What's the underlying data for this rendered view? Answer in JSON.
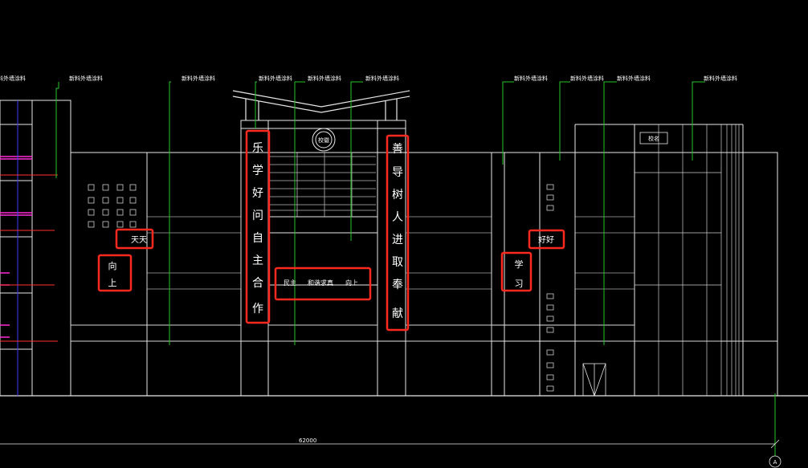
{
  "drawing": {
    "material_labels": [
      "新料外墙涂料",
      "新料外墙涂料",
      "新料外墙涂料",
      "新料外墙涂料",
      "新料外墙涂料",
      "新料外墙涂料",
      "新料外墙涂料",
      "新料外墙涂料",
      "新料外墙涂料",
      "新料外墙涂料"
    ],
    "dimension_text": "62000",
    "axis_marker": "A",
    "emblem_text": "校徽",
    "sign_text": "校名"
  },
  "annotations": {
    "slogan_left": [
      "乐",
      "学",
      "好",
      "问",
      "自",
      "主",
      "合",
      "作"
    ],
    "slogan_right": [
      "善",
      "导",
      "树",
      "人",
      "进",
      "取",
      "奉",
      "献"
    ],
    "banner_center": {
      "part1": "民主",
      "part2": "和谐求真",
      "part3": "向上"
    },
    "small_tiantian": "天天",
    "small_xiangshang": [
      "向",
      "上"
    ],
    "small_haohao": "好好",
    "small_xuexi": [
      "学",
      "习"
    ]
  },
  "colors": {
    "line": "#e8e8e8",
    "leader": "#27c427",
    "highlight_box": "#ff2a1f",
    "magenta": "#ff2ad4",
    "blue_axis": "#3c3cff",
    "red_line": "#ff3030"
  }
}
